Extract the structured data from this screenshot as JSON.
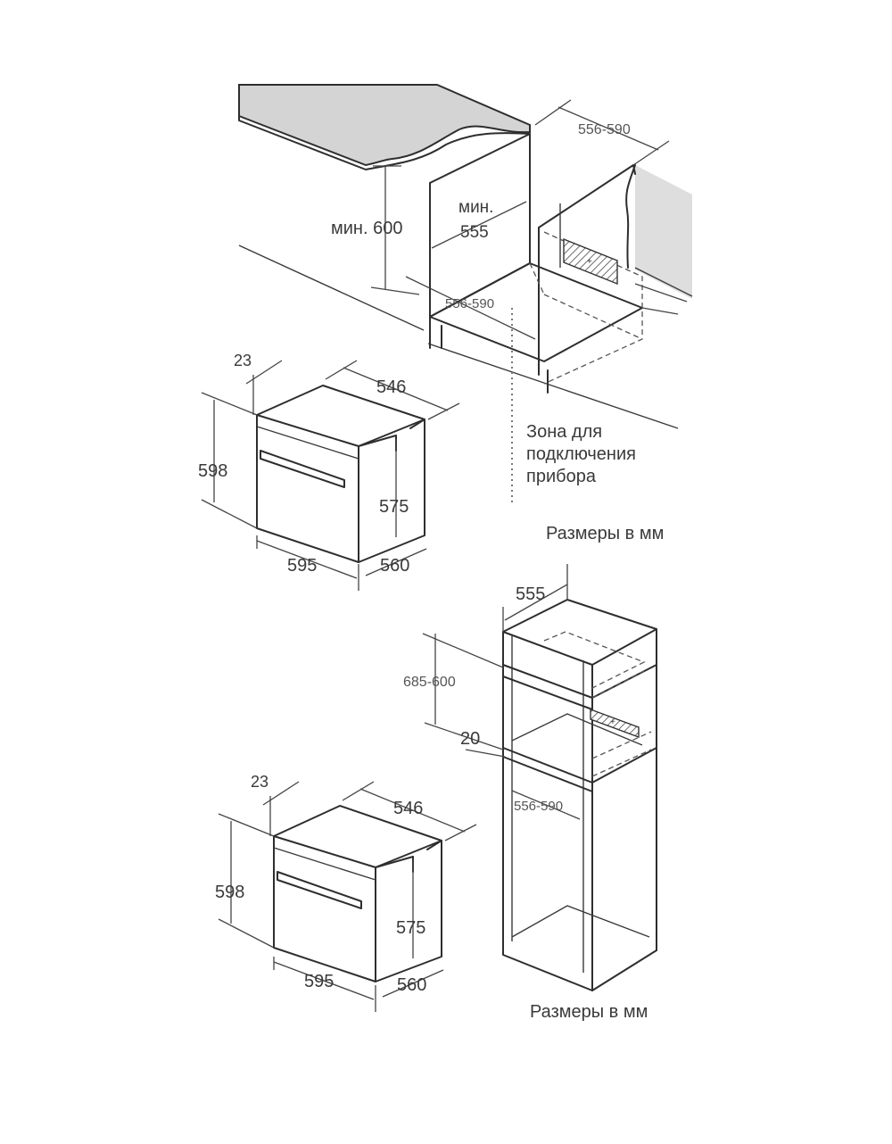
{
  "colors": {
    "line": "#2e2e2e",
    "counter_top": "#d4d4d4",
    "wall": "#dedede",
    "text": "#3a3a3a"
  },
  "installation_under_counter": {
    "dim_cabinet_width": "556-590",
    "dim_niche_width": "556-590",
    "dim_min_label": "мин.",
    "dim_min_depth": "555",
    "dim_min_height": "мин. 600",
    "connection_zone": [
      "Зона для",
      "подключения",
      "прибора"
    ],
    "units_note": "Размеры в мм"
  },
  "oven_top": {
    "dim_door": "23",
    "dim_depth_top": "546",
    "dim_height": "598",
    "dim_inner_height": "575",
    "dim_width": "595",
    "dim_body_depth": "560"
  },
  "installation_tall_cabinet": {
    "dim_depth": "555",
    "dim_height_range": "685-600",
    "dim_shelf": "20",
    "dim_niche_width": "556-590",
    "units_note": "Размеры в мм"
  },
  "oven_bottom": {
    "dim_door": "23",
    "dim_depth_top": "546",
    "dim_height": "598",
    "dim_inner_height": "575",
    "dim_width": "595",
    "dim_body_depth": "560"
  }
}
